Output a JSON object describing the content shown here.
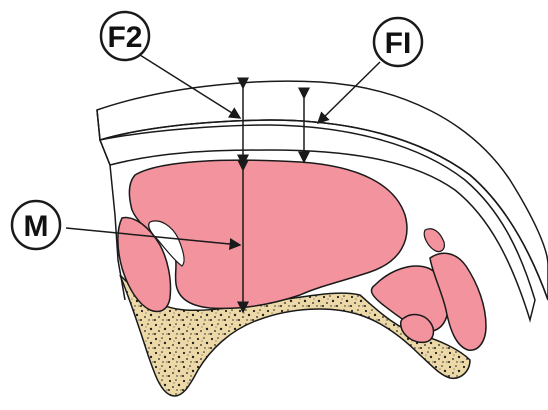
{
  "labels": {
    "f2": "F2",
    "f1": "FI",
    "m": "M"
  },
  "colors": {
    "muscle": "#F2939E",
    "bone": "#EDD9A8",
    "outline": "#1A1A1A",
    "background": "#FFFFFF"
  }
}
